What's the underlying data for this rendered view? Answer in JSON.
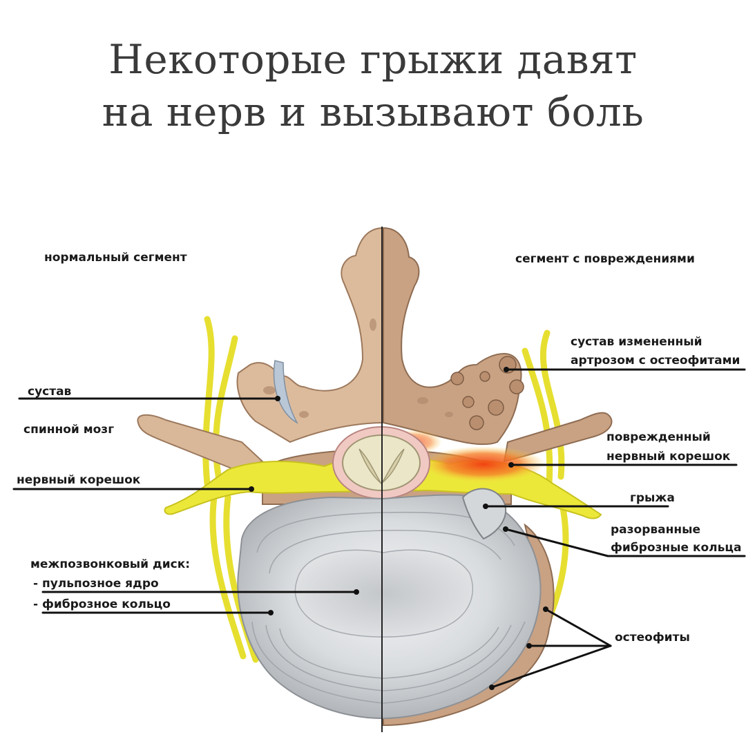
{
  "title": {
    "line1": "Некоторые грыжи давят",
    "line2": "на нерв и вызывают боль"
  },
  "left_panel": {
    "heading": "нормальный сегмент",
    "labels": {
      "joint": "сустав",
      "spinal_cord": "спинной мозг",
      "nerve_root": "нервный корешок",
      "disc": "межпозвонковый диск:",
      "nucleus": "- пульпозное ядро",
      "annulus": "- фиброзное кольцо"
    }
  },
  "right_panel": {
    "heading": "сегмент с повреждениями",
    "labels": {
      "arthritic_joint_1": "сустав измененный",
      "arthritic_joint_2": "артрозом с остеофитами",
      "damaged_root_1": "поврежденный",
      "damaged_root_2": "нервный корешок",
      "hernia": "грыжа",
      "torn_rings_1": "разорванные",
      "torn_rings_2": "фиброзные кольца",
      "osteophytes": "остеофиты"
    }
  },
  "colors": {
    "bone": "#d9b89a",
    "bone_dark": "#a88366",
    "nerve": "#ece83a",
    "disc": "#c8ccd0",
    "inflammation": "#ee5a1e"
  }
}
